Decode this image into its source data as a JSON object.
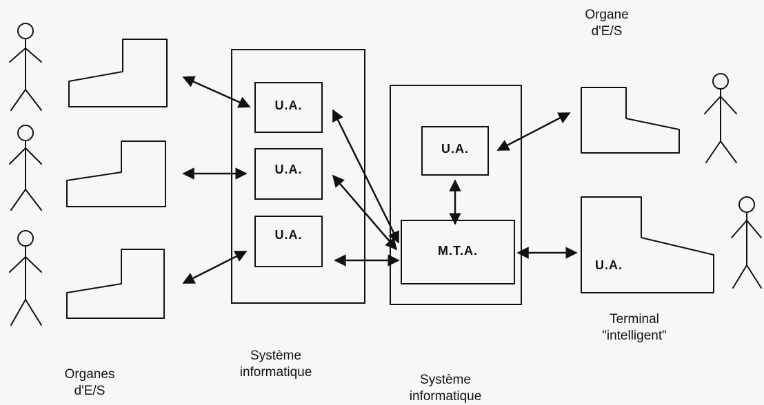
{
  "labels": {
    "ua": "U.A.",
    "mta": "M.T.A.",
    "organe_top_right": [
      "Organe",
      "d'E/S"
    ],
    "organes_bottom_left": [
      "Organes",
      "d'E/S"
    ],
    "systeme_informatique_1": [
      "Système",
      "informatique"
    ],
    "systeme_informatique_2": [
      "Système",
      "informatique"
    ],
    "terminal": [
      "Terminal",
      "\"intelligent\""
    ]
  },
  "colors": {
    "ink": "#111111",
    "paper": "#f7f7f5"
  }
}
